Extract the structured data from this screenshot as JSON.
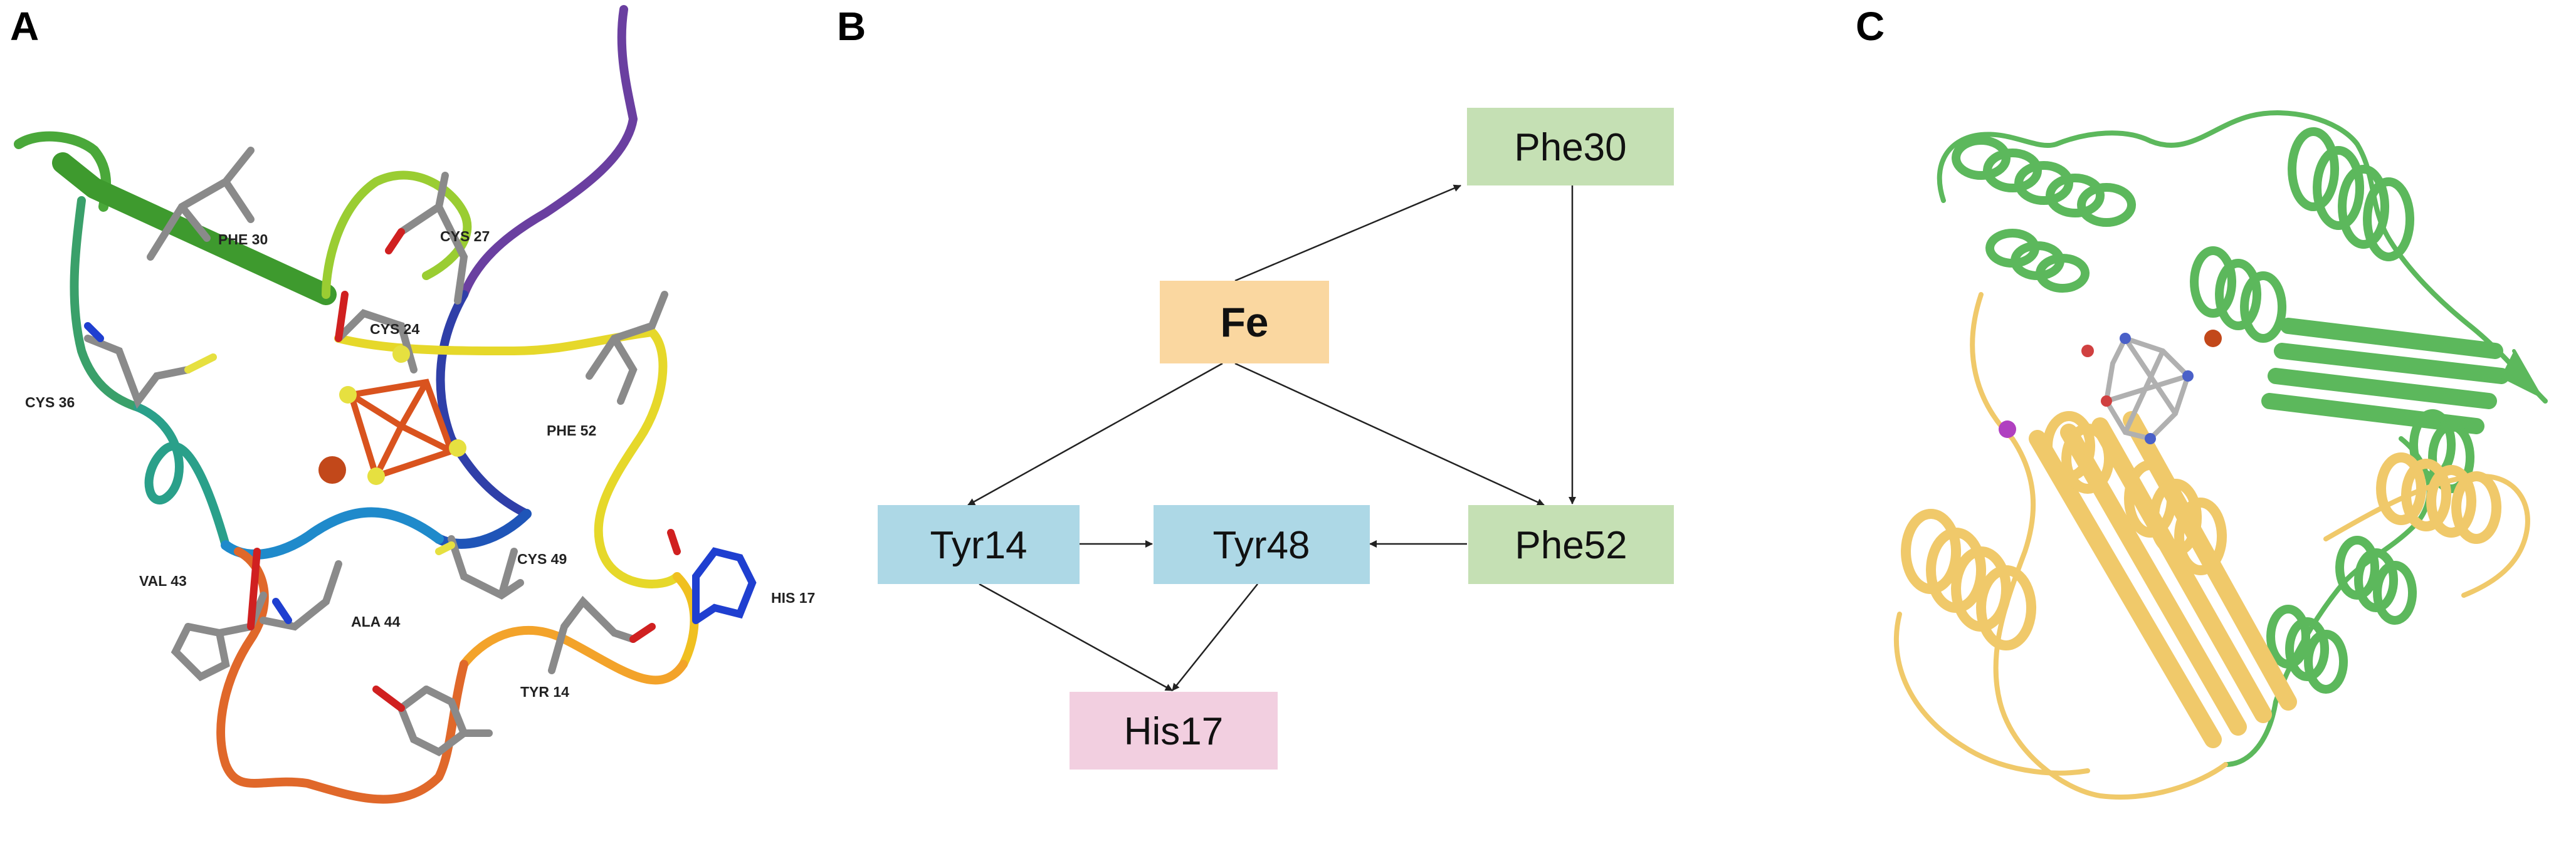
{
  "panels": {
    "a": {
      "letter": "A"
    },
    "b": {
      "letter": "B"
    },
    "c": {
      "letter": "C"
    }
  },
  "structure_labels": {
    "phe30": "PHE 30",
    "cys27": "CYS 27",
    "cys24": "CYS 24",
    "cys36": "CYS 36",
    "phe52": "PHE 52",
    "cys49": "CYS 49",
    "val43": "VAL 43",
    "ala44": "ALA 44",
    "his17": "HIS 17",
    "tyr14": "TYR 14"
  },
  "network": {
    "nodes": {
      "fe": {
        "label": "Fe",
        "color": "#fad7a0"
      },
      "phe30": {
        "label": "Phe30",
        "color": "#c5e0b4"
      },
      "phe52": {
        "label": "Phe52",
        "color": "#c5e0b4"
      },
      "tyr14": {
        "label": "Tyr14",
        "color": "#add8e6"
      },
      "tyr48": {
        "label": "Tyr48",
        "color": "#add8e6"
      },
      "his17": {
        "label": "His17",
        "color": "#f2cfe0"
      }
    },
    "edges": [
      {
        "from": "fe",
        "to": "phe30"
      },
      {
        "from": "fe",
        "to": "tyr14"
      },
      {
        "from": "fe",
        "to": "phe52"
      },
      {
        "from": "phe30",
        "to": "phe52"
      },
      {
        "from": "tyr14",
        "to": "tyr48"
      },
      {
        "from": "phe52",
        "to": "tyr48"
      },
      {
        "from": "tyr14",
        "to": "his17"
      },
      {
        "from": "tyr48",
        "to": "his17"
      }
    ]
  },
  "colors": {
    "green_domain": "#5cb85c",
    "yellow_domain": "#f0c96a",
    "cluster": "#d9531e"
  }
}
